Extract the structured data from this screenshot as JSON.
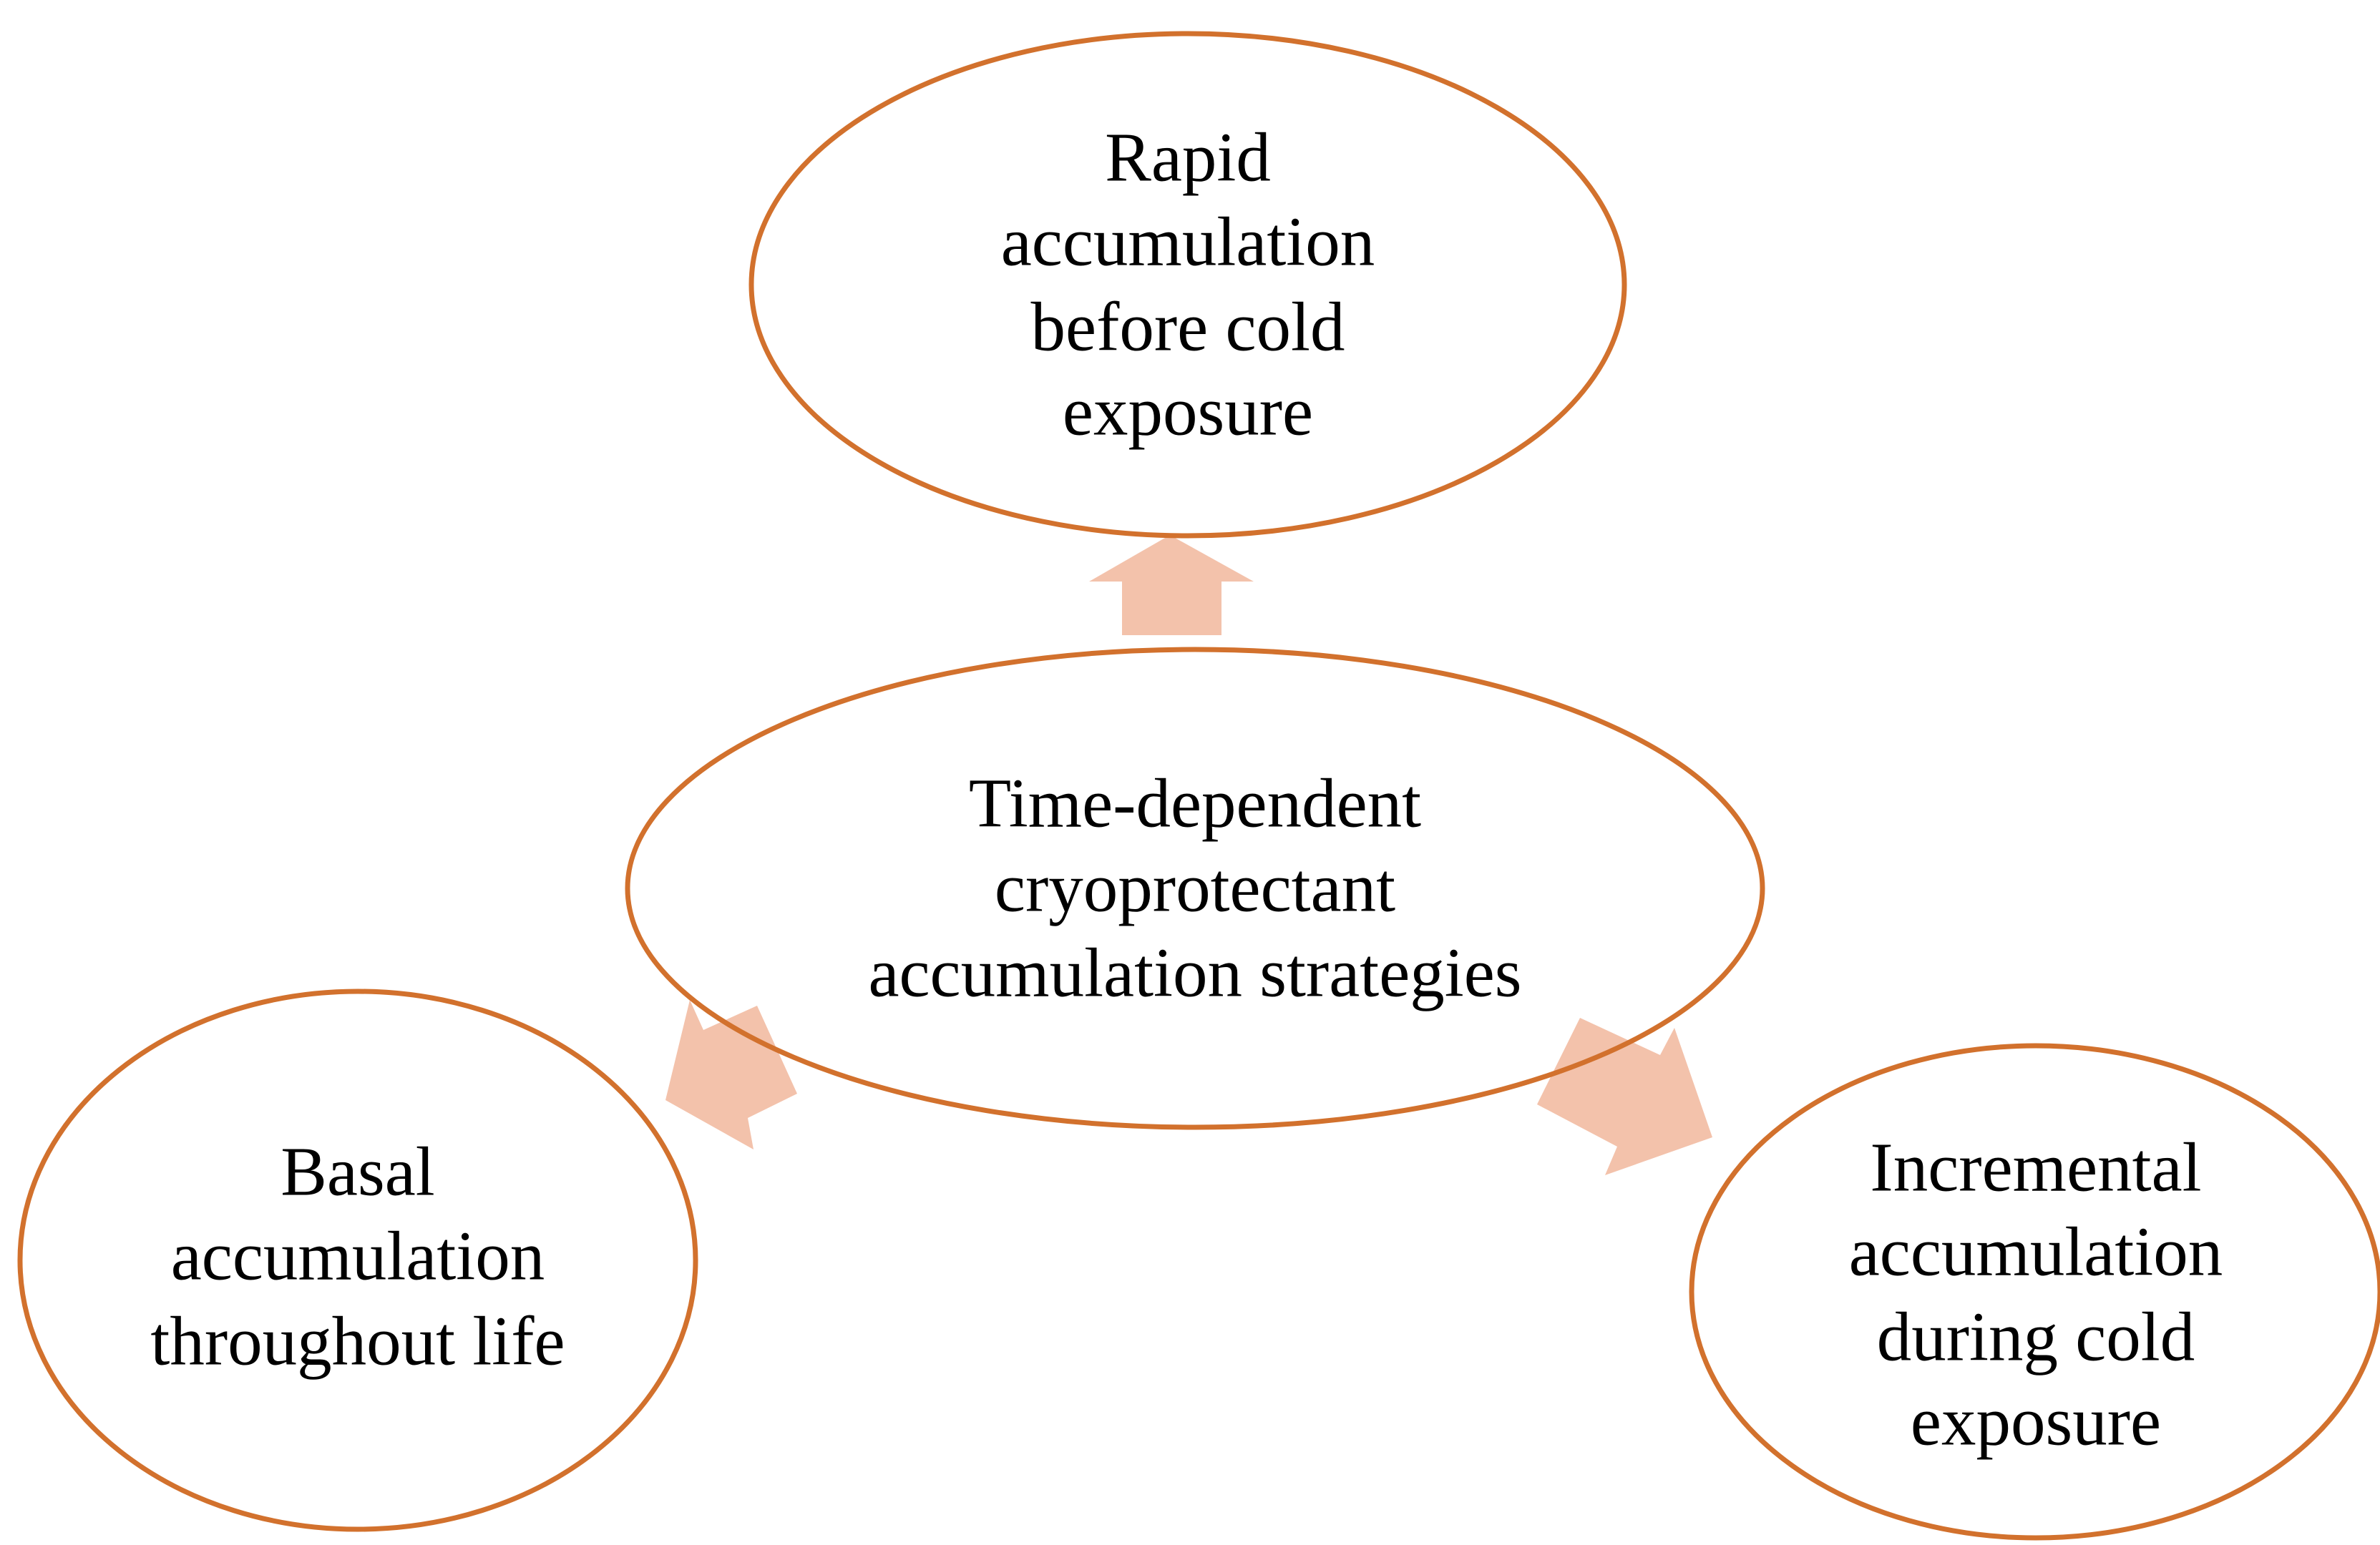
{
  "figure": {
    "type": "diagram",
    "background": "#FFFFFF",
    "colors": {
      "ellipse_stroke": "#D2712D",
      "arrow_fill": "#F3C2AB",
      "text": "#000000"
    },
    "nodes": {
      "center": {
        "label": [
          "Time-dependent",
          "cryoprotectant",
          "accumulation strategies"
        ]
      },
      "top": {
        "label": [
          "Rapid",
          "accumulation",
          "before cold",
          "exposure"
        ]
      },
      "bottom_left": {
        "label": [
          "Basal",
          "accumulation",
          "throughout life"
        ]
      },
      "bottom_right": {
        "label": [
          "Incremental",
          "accumulation",
          "during cold",
          "exposure"
        ]
      }
    },
    "connectors": {
      "up_arrow": "block-arrow-up",
      "down_left_arrow": "block-arrow-down-left",
      "down_right_arrow": "block-arrow-down-right"
    }
  }
}
